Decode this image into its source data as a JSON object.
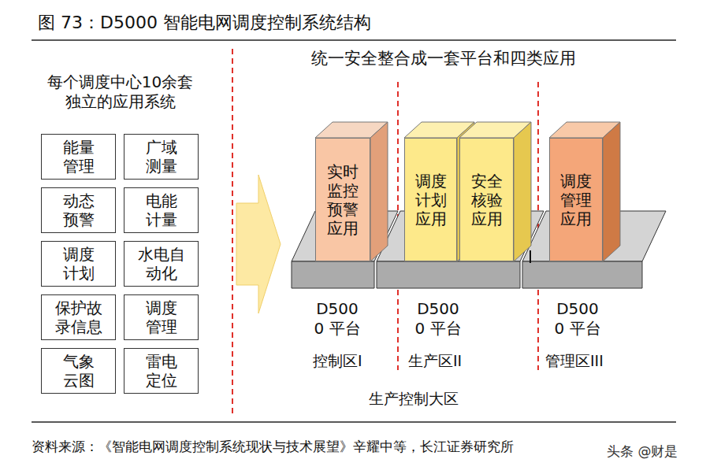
{
  "diagram": {
    "title": "图 73：D5000 智能电网调度控制系统结构",
    "caption": "资料来源：《智能电网调度控制系统现状与技术展望》辛耀中等，长江证券研究所",
    "nodes": [
      {
        "text": [
          "能量管理"
        ]
      },
      {
        "text": [
          "广域测量"
        ]
      },
      {
        "text": [
          "动态预警"
        ]
      },
      {
        "text": [
          "电能计量"
        ]
      },
      {
        "text": [
          "调度计划"
        ]
      },
      {
        "text": [
          "水电自动化"
        ]
      },
      {
        "text": [
          "保护故录信息"
        ]
      },
      {
        "text": [
          "调度管理"
        ]
      },
      {
        "text": [
          "气象云图"
        ]
      },
      {
        "text": [
          "雷电定位"
        ]
      },
      {
        "text": [
          "实时监控预警应用"
        ]
      },
      {
        "text": [
          "调度计划应用"
        ]
      },
      {
        "text": [
          "安全核验应用"
        ]
      },
      {
        "text": [
          "调度管理应用"
        ]
      }
    ],
    "edges": [],
    "labels": [
      "每个调度中心10余套 独立的应用系统",
      "统一安全整合成一套平台和四类应用",
      "D5000 平台",
      "D5000 平台",
      "D5000 平台",
      "控制区I",
      "生产区II",
      "管理区III",
      "生产控制大区",
      "头条 @财是"
    ]
  }
}
